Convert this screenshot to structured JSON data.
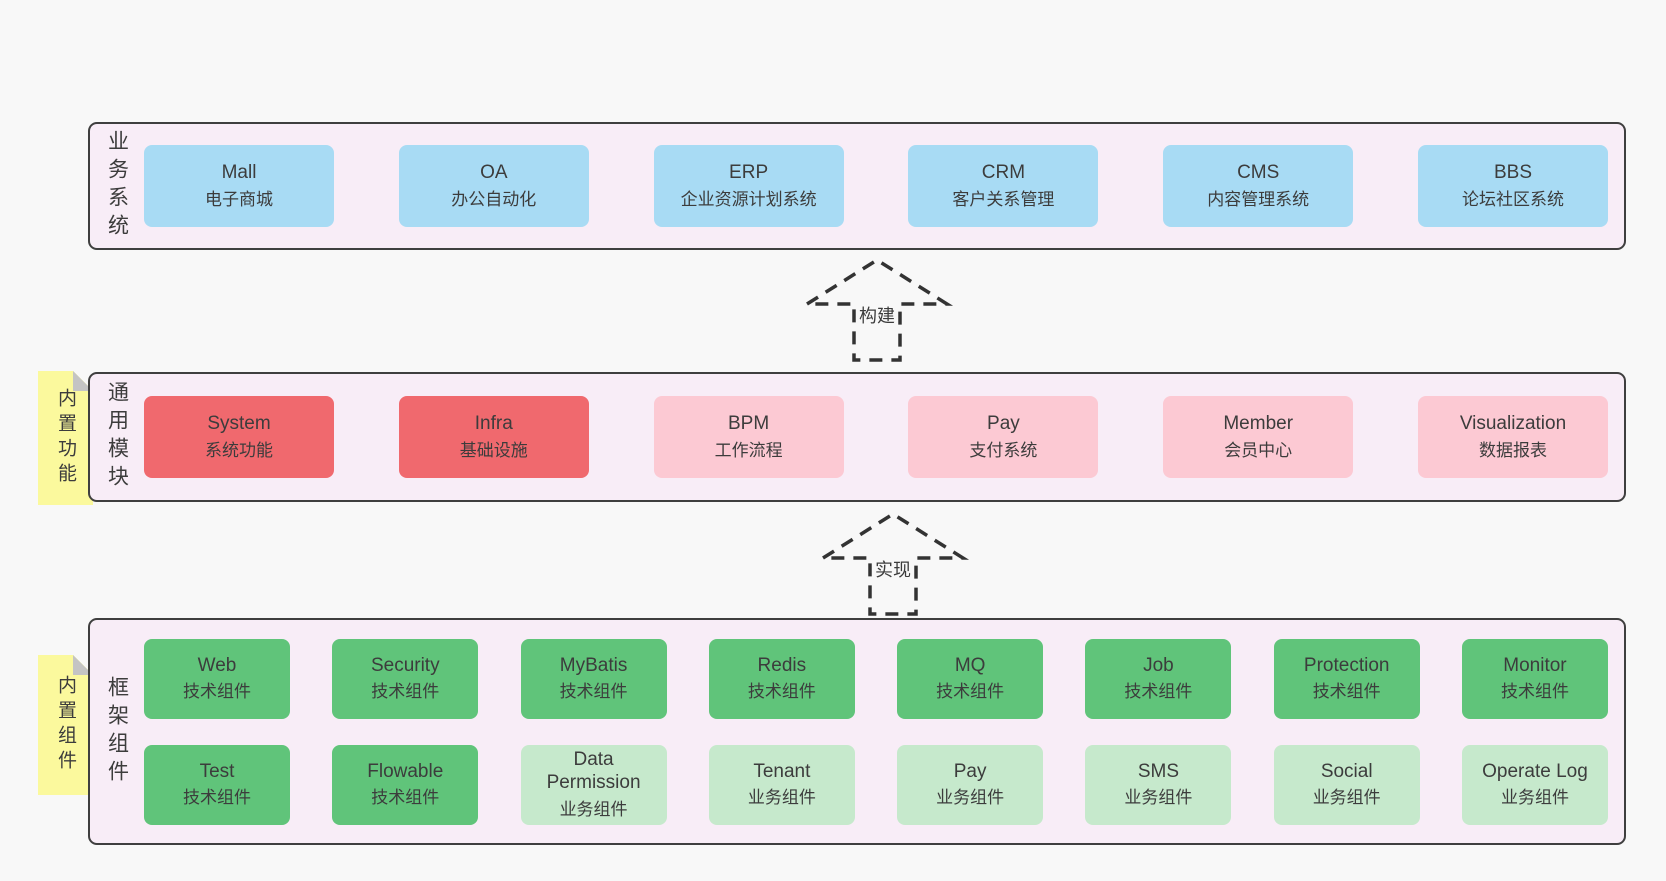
{
  "colors": {
    "page_bg": "#f8f8f8",
    "container_bg": "#f8edf7",
    "container_border": "#3f3f3f",
    "blue_box": "#a8dbf4",
    "red_box": "#f0696e",
    "pink_box": "#fcc9d3",
    "green_dark_box": "#60c47a",
    "green_light_box": "#c6e9cc",
    "sticky_yellow": "#fbf99d",
    "sticky_fold": "#c4c4c4",
    "text": "#3c3c3c"
  },
  "sections": {
    "business": {
      "label": "业务系统",
      "boxes": [
        {
          "en": "Mall",
          "zh": "电子商城"
        },
        {
          "en": "OA",
          "zh": "办公自动化"
        },
        {
          "en": "ERP",
          "zh": "企业资源计划系统"
        },
        {
          "en": "CRM",
          "zh": "客户关系管理"
        },
        {
          "en": "CMS",
          "zh": "内容管理系统"
        },
        {
          "en": "BBS",
          "zh": "论坛社区系统"
        }
      ]
    },
    "modules": {
      "label": "通用模块",
      "sticky": "内置功能",
      "boxes": [
        {
          "en": "System",
          "zh": "系统功能"
        },
        {
          "en": "Infra",
          "zh": "基础设施"
        },
        {
          "en": "BPM",
          "zh": "工作流程"
        },
        {
          "en": "Pay",
          "zh": "支付系统"
        },
        {
          "en": "Member",
          "zh": "会员中心"
        },
        {
          "en": "Visualization",
          "zh": "数据报表"
        }
      ]
    },
    "components": {
      "label": "框架组件",
      "sticky": "内置组件",
      "row1": [
        {
          "en": "Web",
          "zh": "技术组件"
        },
        {
          "en": "Security",
          "zh": "技术组件"
        },
        {
          "en": "MyBatis",
          "zh": "技术组件"
        },
        {
          "en": "Redis",
          "zh": "技术组件"
        },
        {
          "en": "MQ",
          "zh": "技术组件"
        },
        {
          "en": "Job",
          "zh": "技术组件"
        },
        {
          "en": "Protection",
          "zh": "技术组件"
        },
        {
          "en": "Monitor",
          "zh": "技术组件"
        }
      ],
      "row2": [
        {
          "en": "Test",
          "zh": "技术组件"
        },
        {
          "en": "Flowable",
          "zh": "技术组件"
        },
        {
          "en": "Data Permission",
          "zh": "业务组件"
        },
        {
          "en": "Tenant",
          "zh": "业务组件"
        },
        {
          "en": "Pay",
          "zh": "业务组件"
        },
        {
          "en": "SMS",
          "zh": "业务组件"
        },
        {
          "en": "Social",
          "zh": "业务组件"
        },
        {
          "en": "Operate Log",
          "zh": "业务组件"
        }
      ]
    }
  },
  "arrows": {
    "build": {
      "label": "构建"
    },
    "implement": {
      "label": "实现"
    }
  }
}
